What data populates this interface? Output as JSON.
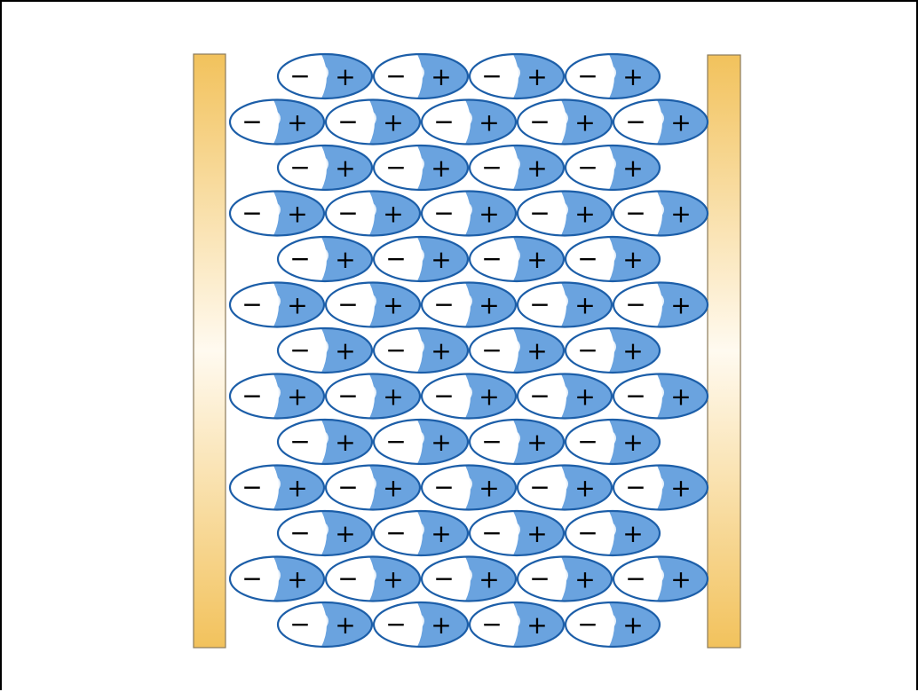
{
  "diagram": {
    "symbols": {
      "negative": "−",
      "positive": "+"
    },
    "colors": {
      "plate_edge": "#f2c25c",
      "plate_center": "#fffaf0",
      "dipole_outline": "#1c5ea8",
      "dipole_positive_fill": "#6aa3df",
      "dipole_negative_fill": "#ffffff",
      "sign_color": "#000000",
      "frame": "#000000"
    },
    "rows": [
      {
        "dipoles": 4
      },
      {
        "dipoles": 5
      },
      {
        "dipoles": 4
      },
      {
        "dipoles": 5
      },
      {
        "dipoles": 4
      },
      {
        "dipoles": 5
      },
      {
        "dipoles": 4
      },
      {
        "dipoles": 5
      },
      {
        "dipoles": 4
      },
      {
        "dipoles": 5
      },
      {
        "dipoles": 4
      },
      {
        "dipoles": 5
      },
      {
        "dipoles": 4
      }
    ]
  }
}
